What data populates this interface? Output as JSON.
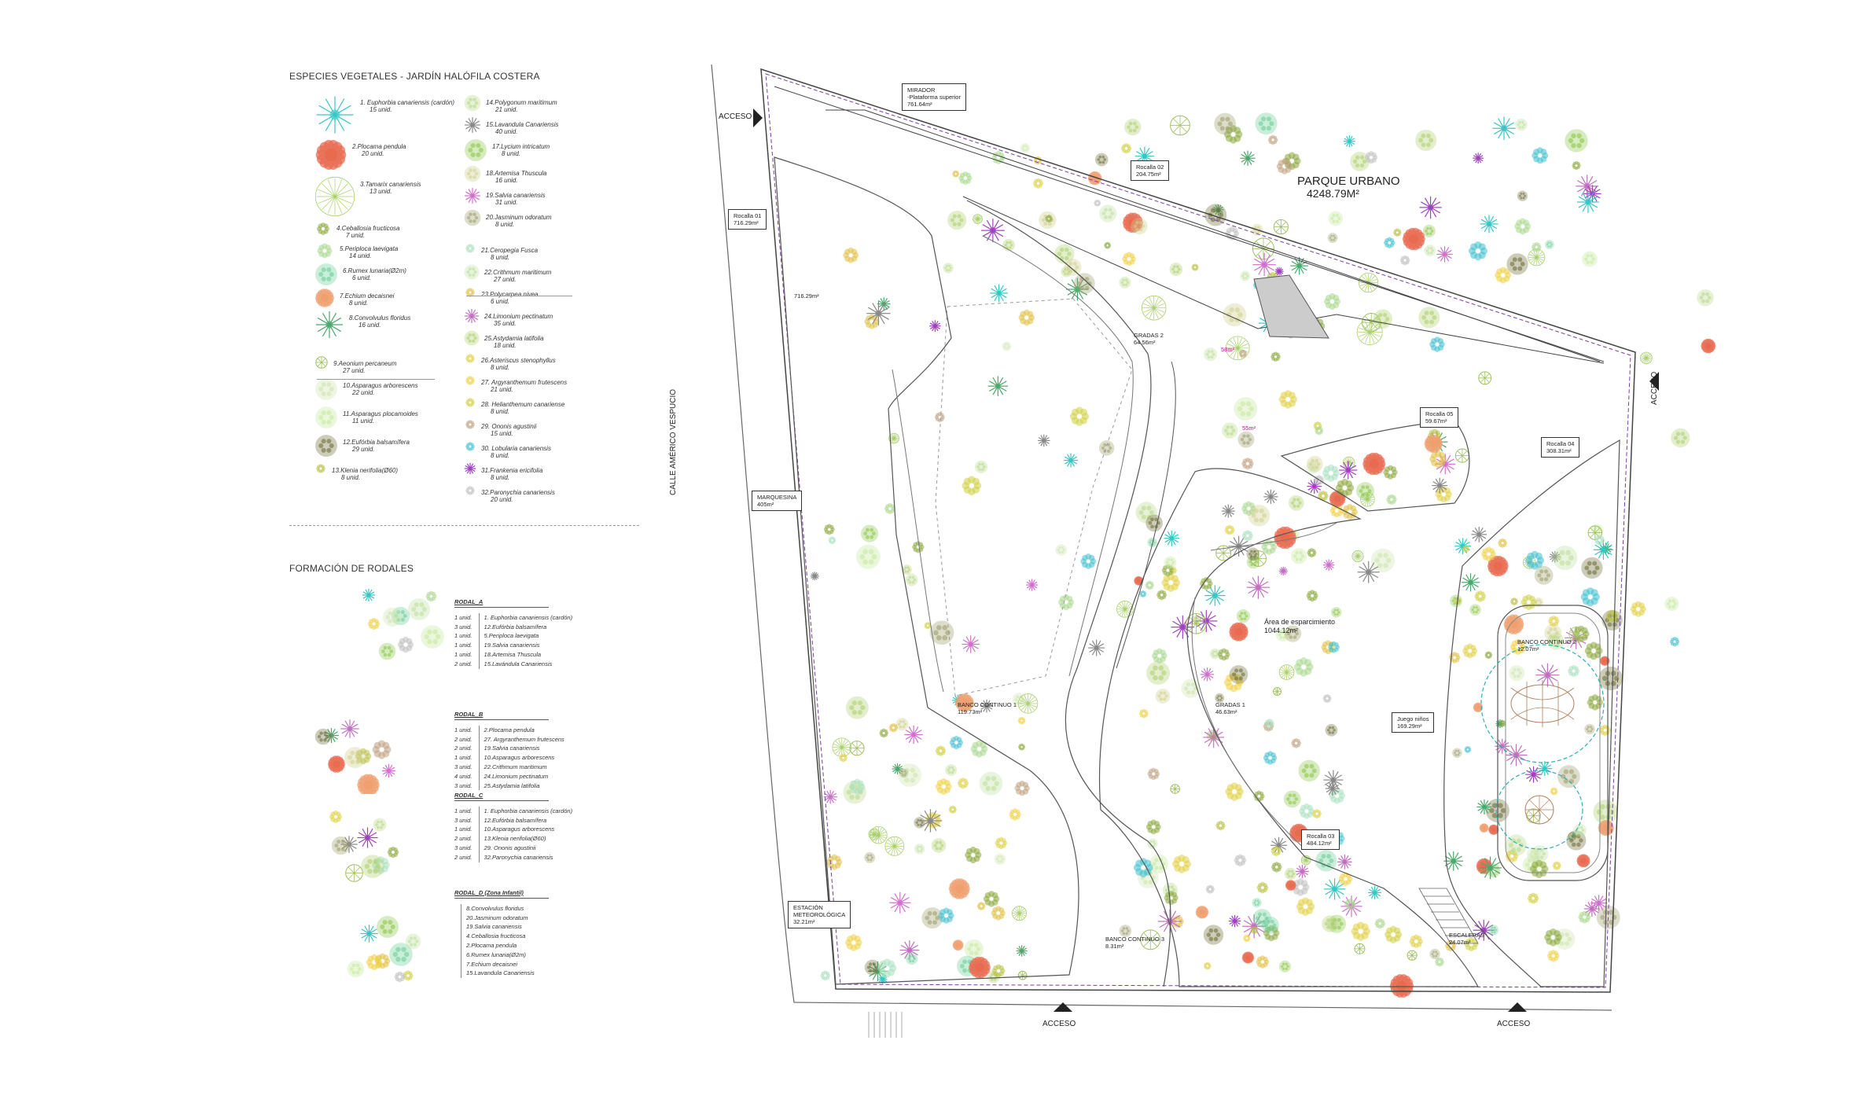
{
  "legend": {
    "title": "ESPECIES VEGETALES - JARDÍN HALÓFILA COSTERA",
    "species_col1": [
      {
        "name": "1. Euphorbia canariensis (cardón)",
        "units": "15 unid.",
        "color": "#36c6c6",
        "icon": "star-shrub-icon"
      },
      {
        "name": "2.Plocama pendula",
        "units": "20 unid.",
        "color": "#e86b50",
        "icon": "round-flower-icon"
      },
      {
        "name": "3.Tamarix canariensis",
        "units": "13 unid.",
        "color": "#a9cf6a",
        "icon": "radial-tree-icon"
      },
      {
        "name": "4.Ceballosia fructicosa",
        "units": "7 unid.",
        "color": "#8aa83a",
        "icon": "small-shrub-icon"
      },
      {
        "name": "5.Periploca laevigata",
        "units": "14 unid.",
        "color": "#a7d78c",
        "icon": "small-shrub-icon"
      },
      {
        "name": "6.Rumex lunaria(Ø2m)",
        "units": "6 unid.",
        "color": "#6ccf9a",
        "icon": "round-shrub-icon"
      },
      {
        "name": "7.Echium decaisnei",
        "units": "8 unid.",
        "color": "#f0a070",
        "icon": "round-flower-icon"
      },
      {
        "name": "8.Convolvulus floridus",
        "units": "16 unid.",
        "color": "#4aa86a",
        "icon": "star-shrub-icon"
      },
      {
        "name": "9.Aeonium percaneum",
        "units": "27 unid.",
        "color": "#a0c060",
        "icon": "rosette-icon"
      },
      {
        "name": "10.Asparagus arborescens",
        "units": "22 unid.",
        "color": "#cfe6b0",
        "icon": "round-shrub-icon"
      },
      {
        "name": "11.Asparagus plocamoides",
        "units": "11 unid.",
        "color": "#c8eaa0",
        "icon": "round-shrub-icon"
      },
      {
        "name": "12.Eufórbia balsamífera",
        "units": "29 unid.",
        "color": "#6e6e3a",
        "icon": "round-shrub-icon"
      },
      {
        "name": "13.Klenia nerifolia(Ø60)",
        "units": "8 unid.",
        "color": "#b8c040",
        "icon": "small-shrub-icon"
      }
    ],
    "species_col2": [
      {
        "name": "14.Polygonum maritimum",
        "units": "21 unid.",
        "color": "#b9d98a",
        "icon": "round-shrub-icon"
      },
      {
        "name": "15.Lavandula Canariensis",
        "units": "40 unid.",
        "color": "#888",
        "icon": "star-shrub-icon"
      },
      {
        "name": "17.Lycium intricatum",
        "units": "8 unid.",
        "color": "#8cc84a",
        "icon": "round-shrub-icon"
      },
      {
        "name": "18.Artemisa Thuscula",
        "units": "16 unid.",
        "color": "#d0d090",
        "icon": "round-shrub-icon"
      },
      {
        "name": "19.Salvia canariensis",
        "units": "31 unid.",
        "color": "#d070d0",
        "icon": "star-shrub-icon"
      },
      {
        "name": "20.Jasminum odoratum",
        "units": "8 unid.",
        "color": "#a0a070",
        "icon": "round-shrub-icon"
      },
      {
        "name": "21.Ceropegia Fusca",
        "units": "8 unid.",
        "color": "#a8e0c0",
        "icon": "small-shrub-icon"
      },
      {
        "name": "22.Crithmum maritimum",
        "units": "27 unid.",
        "color": "#c0e0a0",
        "icon": "round-shrub-icon"
      },
      {
        "name": "23.Polycarpea nivea",
        "units": "6 unid.",
        "color": "#e0c040",
        "icon": "small-shrub-icon"
      },
      {
        "name": "24.Limonium pectinatum",
        "units": "35 unid.",
        "color": "#c070c0",
        "icon": "star-shrub-icon"
      },
      {
        "name": "25.Astydamia latifolia",
        "units": "18 unid.",
        "color": "#b0d070",
        "icon": "round-shrub-icon"
      },
      {
        "name": "26.Asteriscus stenophyllus",
        "units": "8 unid.",
        "color": "#e0d040",
        "icon": "small-shrub-icon"
      },
      {
        "name": "27. Argyranthemum frutescens",
        "units": "21 unid.",
        "color": "#f0d040",
        "icon": "small-shrub-icon"
      },
      {
        "name": "28. Helianthemum canariense",
        "units": "8 unid.",
        "color": "#d0d040",
        "icon": "small-shrub-icon"
      },
      {
        "name": "29. Ononis agustinii",
        "units": "15 unid.",
        "color": "#c0a080",
        "icon": "small-shrub-icon"
      },
      {
        "name": "30. Lobularia canariensis",
        "units": "8 unid.",
        "color": "#40c0d0",
        "icon": "small-shrub-icon"
      },
      {
        "name": "31.Frankenia ericifolia",
        "units": "8 unid.",
        "color": "#a040c0",
        "icon": "star-shrub-icon"
      },
      {
        "name": "32.Paronychia canariensis",
        "units": "20 unid.",
        "color": "#c0c0c0",
        "icon": "small-shrub-icon"
      }
    ],
    "rodales_title": "FORMACIÓN DE RODALES",
    "rodales": [
      {
        "title": "RODAL_A",
        "rows": [
          [
            "1 unid.",
            "1. Euphorbia canariensis (cardón)"
          ],
          [
            "3 unid.",
            "12.Eufórbia balsamífera"
          ],
          [
            "1 unid.",
            "5.Periploca laevigata"
          ],
          [
            "1 unid.",
            "19.Salvia canariensis"
          ],
          [
            "1 unid.",
            "18.Artemisa Thuscula"
          ],
          [
            "2 unid.",
            "15.Lavándula Canariensis"
          ]
        ]
      },
      {
        "title": "RODAL_B",
        "rows": [
          [
            "1 unid.",
            "2.Plocama pendula"
          ],
          [
            "2 unid.",
            "27. Argyranthemum frutescens"
          ],
          [
            "2 unid.",
            "19.Salvia canariensis"
          ],
          [
            "1 unid.",
            "10.Asparagus arborescens"
          ],
          [
            "3 unid.",
            "22.Crithmum maritimum"
          ],
          [
            "4 unid.",
            "24.Limonium pectinatum"
          ],
          [
            "3 unid.",
            "25.Astydamia latifolia"
          ]
        ]
      },
      {
        "title": "RODAL_C",
        "rows": [
          [
            "1 unid.",
            "1. Euphorbia canariensis (cardón)"
          ],
          [
            "3 unid.",
            "12.Eufórbia balsamífera"
          ],
          [
            "1 unid.",
            "10.Asparagus arborescens"
          ],
          [
            "2 unid.",
            "13.Klenia nerifolia(Ø60)"
          ],
          [
            "3 unid.",
            "29. Ononis agustinii"
          ],
          [
            "2 unid.",
            "32.Paronychia canariensis"
          ]
        ]
      },
      {
        "title": "RODAL_D (Zona Infantil)",
        "rows": [
          [
            "",
            "8.Convolvulus floridus"
          ],
          [
            "",
            "20.Jasminum odoratum"
          ],
          [
            "",
            "19.Salvia canariensis"
          ],
          [
            "",
            "4.Ceballosia fructicosa"
          ],
          [
            "",
            "2.Plocama pendula"
          ],
          [
            "",
            "6.Rumex lunaria(Ø2m)"
          ],
          [
            "",
            "7.Echium decaisnei"
          ],
          [
            "",
            "15.Lavandula Canariensis"
          ]
        ]
      }
    ]
  },
  "plan": {
    "park_title": "PARQUE URBANO",
    "park_area": "4248.79M²",
    "street": "CALLE AMÉRICO VESPUCIO",
    "access_label": "ACCESO",
    "areas": {
      "mirador_name": "MIRADOR",
      "mirador_sub": "-Plataforma superior",
      "mirador_area": "761.64m²",
      "rocalla01_name": "Rocalla 01",
      "rocalla01_area": "716.29m²",
      "rocalla02_name": "Rocalla 02",
      "rocalla02_area": "204.75m²",
      "rocalla03_name": "Rocalla 03",
      "rocalla03_area": "484.12m²",
      "rocalla04_name": "Rocalla 04",
      "rocalla04_area": "308.31m²",
      "rocalla05_name": "Rocalla 05",
      "rocalla05_area": "59.67m²",
      "marquesina_name": "MARQUESINA",
      "marquesina_area": "405m²",
      "estacion_name1": "ESTACIÓN",
      "estacion_name2": "METEOROLÓGICA",
      "estacion_area": "32.21m²",
      "gradas1_name": "GRADAS 1",
      "gradas1_area": "46.63m²",
      "gradas2_name": "GRADAS 2",
      "gradas2_area": "64.56m²",
      "banco1_name": "BANCO CONTINUO 1",
      "banco1_area": "119.73m²",
      "banco2_name": "BANCO CONTINUO 2",
      "banco2_area": "12.07m²",
      "banco3_name": "BANCO CONTINUO 3",
      "banco3_area": "8.31m²",
      "juego_name": "Juego niños",
      "juego_area": "169.29m²",
      "esparcimiento_name": "Área de esparcimiento",
      "esparcimiento_area": "1044.12m²",
      "escaleras_name": "ESCALERAS",
      "escaleras_area": "24.07m²",
      "rocalla_inner": "716.29m²",
      "level1": "58m²",
      "level2": "55m²"
    },
    "colors": {
      "boundary": "#444444",
      "boundary_dash": "#7a3ea0",
      "accent_magenta": "#c0108a",
      "teal": "#2bb0b0"
    }
  }
}
